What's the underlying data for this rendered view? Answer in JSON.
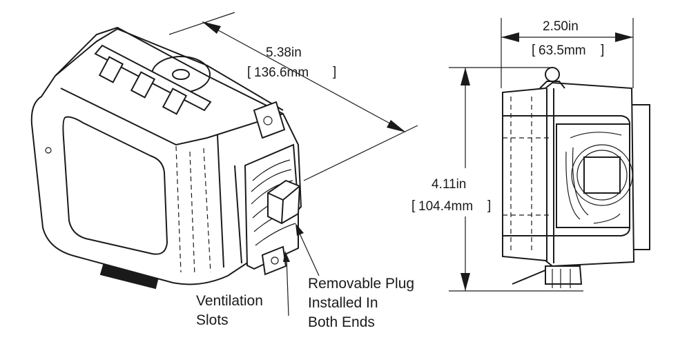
{
  "dimensions": {
    "length_in": "5.38in",
    "length_mm": "136.6mm",
    "width_in": "2.50in",
    "width_mm": "63.5mm",
    "height_in": "4.11in",
    "height_mm": "104.4mm"
  },
  "callouts": {
    "removable_plug": [
      "Removable Plug",
      "Installed In",
      "Both Ends"
    ],
    "ventilation": [
      "Ventilation",
      "Slots"
    ]
  }
}
